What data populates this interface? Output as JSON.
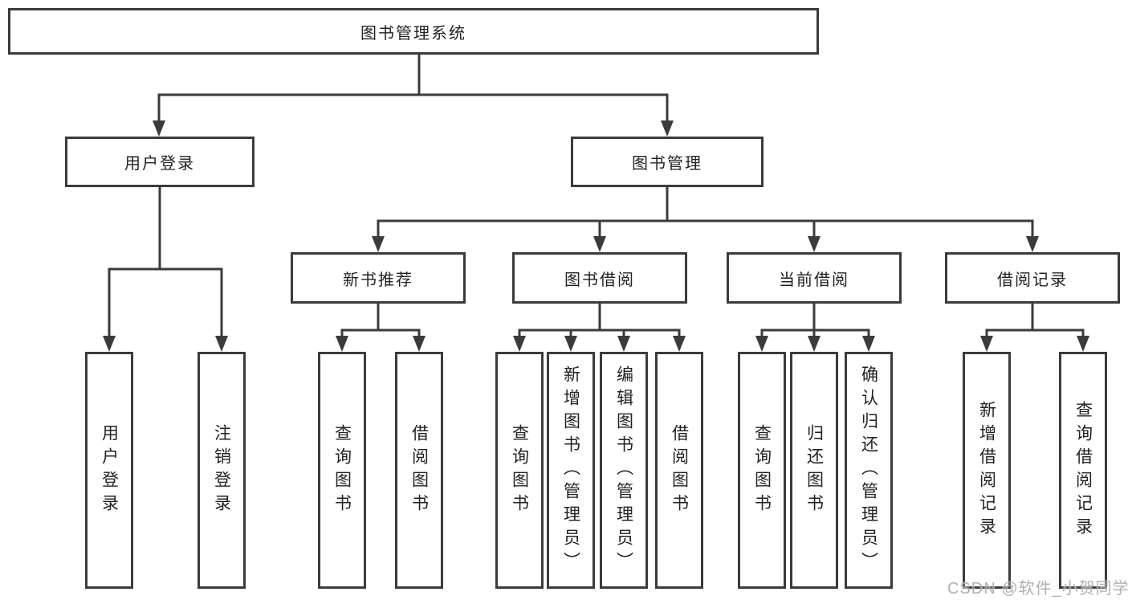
{
  "title": "图书管理系统",
  "watermark": "CSDN @软件_小贺同学",
  "colors": {
    "line": "#3b3b3b",
    "border": "#3b3b3b",
    "text": "#222222",
    "background": "#ffffff",
    "watermark": "#a8a8a8"
  },
  "nodes": {
    "root": {
      "label": "图书管理系统"
    },
    "level2": [
      {
        "id": "user-login",
        "label": "用户登录"
      },
      {
        "id": "book-management",
        "label": "图书管理"
      }
    ],
    "level3": [
      {
        "id": "new-book-recommend",
        "label": "新书推荐",
        "parent": "book-management"
      },
      {
        "id": "book-borrow",
        "label": "图书借阅",
        "parent": "book-management"
      },
      {
        "id": "current-borrow",
        "label": "当前借阅",
        "parent": "book-management"
      },
      {
        "id": "borrow-record",
        "label": "借阅记录",
        "parent": "book-management"
      }
    ],
    "leaves": [
      {
        "id": "leaf-user-login",
        "label": "用户登录",
        "parent": "user-login"
      },
      {
        "id": "leaf-logout",
        "label": "注销登录",
        "parent": "user-login"
      },
      {
        "id": "leaf-query-book-1",
        "label": "查询图书",
        "parent": "new-book-recommend"
      },
      {
        "id": "leaf-borrow-book-1",
        "label": "借阅图书",
        "parent": "new-book-recommend"
      },
      {
        "id": "leaf-query-book-2",
        "label": "查询图书",
        "parent": "book-borrow"
      },
      {
        "id": "leaf-add-book",
        "label": "新增图书（管理员）",
        "parent": "book-borrow"
      },
      {
        "id": "leaf-edit-book",
        "label": "编辑图书（管理员）",
        "parent": "book-borrow"
      },
      {
        "id": "leaf-borrow-book-2",
        "label": "借阅图书",
        "parent": "book-borrow"
      },
      {
        "id": "leaf-query-book-3",
        "label": "查询图书",
        "parent": "current-borrow"
      },
      {
        "id": "leaf-return-book",
        "label": "归还图书",
        "parent": "current-borrow"
      },
      {
        "id": "leaf-confirm-return",
        "label": "确认归还（管理员）",
        "parent": "current-borrow"
      },
      {
        "id": "leaf-add-borrow-record",
        "label": "新增借阅记录",
        "parent": "borrow-record"
      },
      {
        "id": "leaf-query-borrow-record",
        "label": "查询借阅记录",
        "parent": "borrow-record"
      }
    ]
  }
}
